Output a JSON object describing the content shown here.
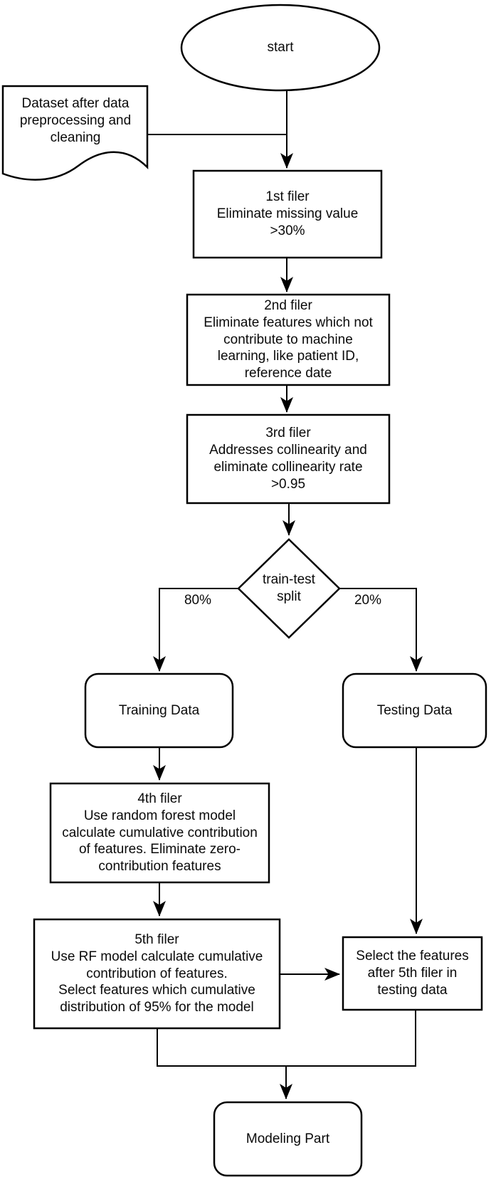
{
  "diagram": {
    "nodes": {
      "start": "start",
      "dataset": "Dataset after data\npreprocessing and\ncleaning",
      "filter1": "1st filer\nEliminate missing value\n>30%",
      "filter2": "2nd filer\nEliminate features which not\ncontribute to machine\nlearning, like patient ID,\nreference date",
      "filter3": "3rd filer\nAddresses collinearity and\neliminate collinearity rate\n>0.95",
      "split": "train-test\nsplit",
      "training": "Training Data",
      "testing": "Testing Data",
      "filter4": "4th filer\nUse random forest model\ncalculate cumulative contribution\nof features. Eliminate zero-\ncontribution features",
      "filter5": "5th filer\nUse RF model calculate cumulative\ncontribution of features.\nSelect features which cumulative\ndistribution of 95% for the model",
      "select_features": "Select the features\nafter 5th filer in\ntesting data",
      "modeling": "Modeling Part"
    },
    "edge_labels": {
      "train_pct": "80%",
      "test_pct": "20%"
    },
    "colors": {
      "stroke": "#000000",
      "fill": "#ffffff",
      "background": "#ffffff"
    }
  }
}
